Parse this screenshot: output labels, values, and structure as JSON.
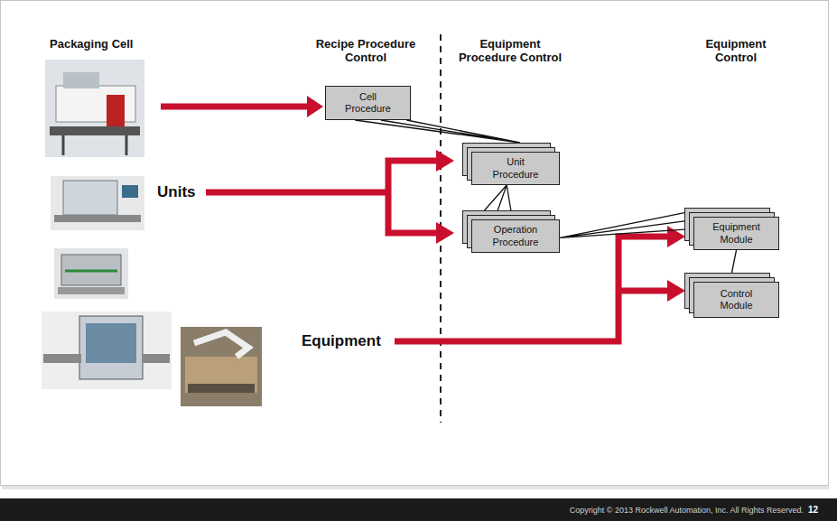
{
  "diagram": {
    "nodes": [
      {
        "text": [
          "Cell Procedure"
        ]
      },
      {
        "text": [
          "Unit Procedure"
        ]
      },
      {
        "text": [
          "Operation Procedure"
        ]
      },
      {
        "text": [
          "Equipment Module"
        ]
      },
      {
        "text": [
          "Control Module"
        ]
      }
    ],
    "edges": [
      {
        "from": 0,
        "to": 1,
        "arrow": "none"
      },
      {
        "from": 1,
        "to": 2,
        "arrow": "none"
      },
      {
        "from": 2,
        "to": 3,
        "arrow": "none"
      },
      {
        "from": 3,
        "to": 4,
        "arrow": "none"
      }
    ],
    "labels": [
      "Packaging Cell",
      "Recipe Procedure Control",
      "Equipment Procedure Control",
      "Equipment Control",
      "Units",
      "Equipment",
      "Copyright © 2013 Rockwell Automation, Inc. All Rights Reserved.",
      "12"
    ]
  }
}
